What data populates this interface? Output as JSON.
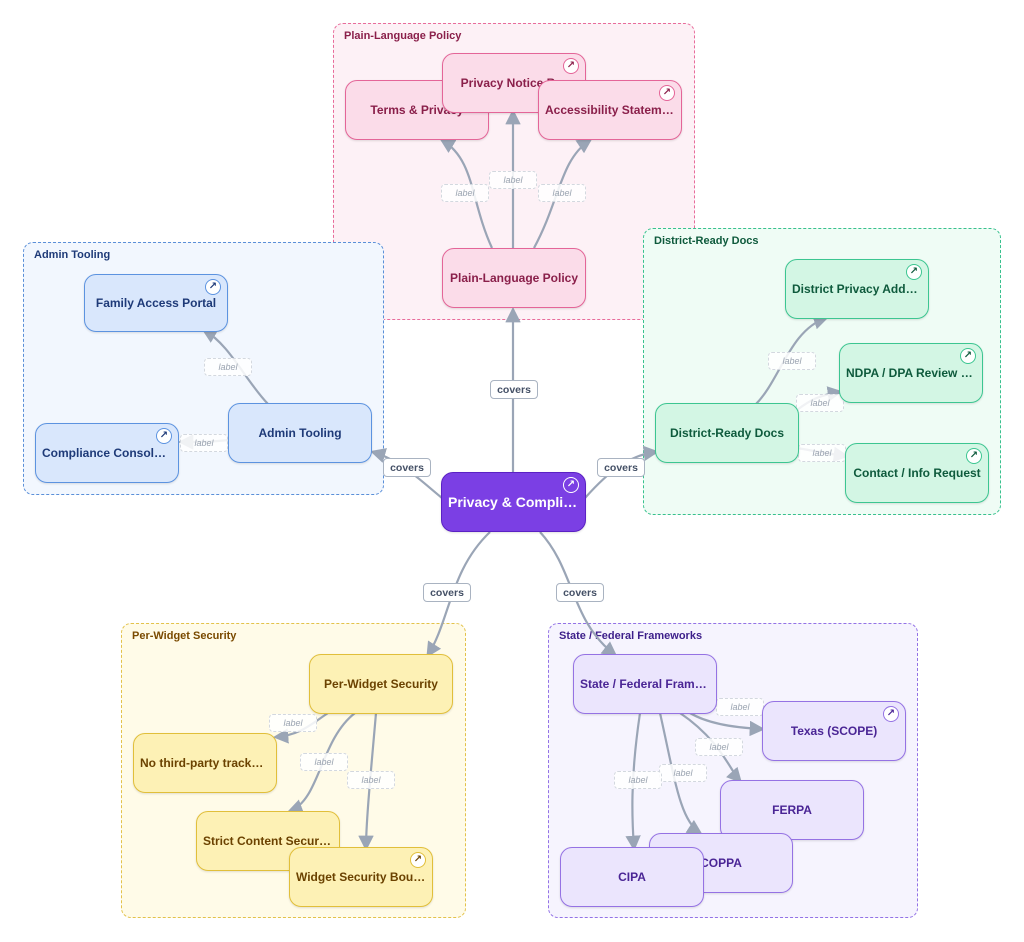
{
  "colors": {
    "center": "#7b3fe4",
    "edge": "#9aa5b6",
    "pink": "#e46598",
    "blue": "#5c93e0",
    "green": "#3cc691",
    "yellow": "#e1bf3a",
    "purple": "#9572e4"
  },
  "icons": {
    "node_link": "external-link-arrow-icon"
  },
  "groups": {
    "plain_language": "Plain-Language Policy",
    "admin_tooling": "Admin Tooling",
    "district_ready": "District-Ready Docs",
    "per_widget": "Per-Widget Security",
    "state_federal": "State / Federal Frameworks"
  },
  "nodes": {
    "center": {
      "label": "Privacy & Compliance",
      "badge": "↗"
    },
    "terms_privacy": {
      "label": "Terms & Privacy"
    },
    "privacy_notice": {
      "label": "Privacy Notice B…",
      "badge": "↗"
    },
    "accessibility": {
      "label": "Accessibility Stateme…",
      "badge": "↗"
    },
    "plain_policy": {
      "label": "Plain-Language Policy"
    },
    "family_portal": {
      "label": "Family Access Portal",
      "badge": "↗"
    },
    "admin_tooling": {
      "label": "Admin Tooling"
    },
    "compliance_console": {
      "label": "Compliance Console Gu…",
      "badge": "↗"
    },
    "district_addendum": {
      "label": "District Privacy Adde…",
      "badge": "↗"
    },
    "ndpa": {
      "label": "NDPA / DPA Review Pac…",
      "badge": "↗"
    },
    "district_docs": {
      "label": "District-Ready Docs"
    },
    "contact": {
      "label": "Contact / Info Request",
      "badge": "↗"
    },
    "per_widget": {
      "label": "Per-Widget Security"
    },
    "no_tracking": {
      "label": "No third-party tracke…"
    },
    "strict_csp": {
      "label": "Strict Content Securi…"
    },
    "widget_boundary": {
      "label": "Widget Security Bound…",
      "badge": "↗"
    },
    "state_frameworks": {
      "label": "State / Federal Frame…"
    },
    "texas": {
      "label": "Texas (SCOPE)",
      "badge": "↗"
    },
    "ferpa": {
      "label": "FERPA"
    },
    "coppa": {
      "label": "COPPA"
    },
    "cipa": {
      "label": "CIPA"
    }
  },
  "edge_labels": {
    "covers": "covers",
    "placeholder": "label"
  }
}
